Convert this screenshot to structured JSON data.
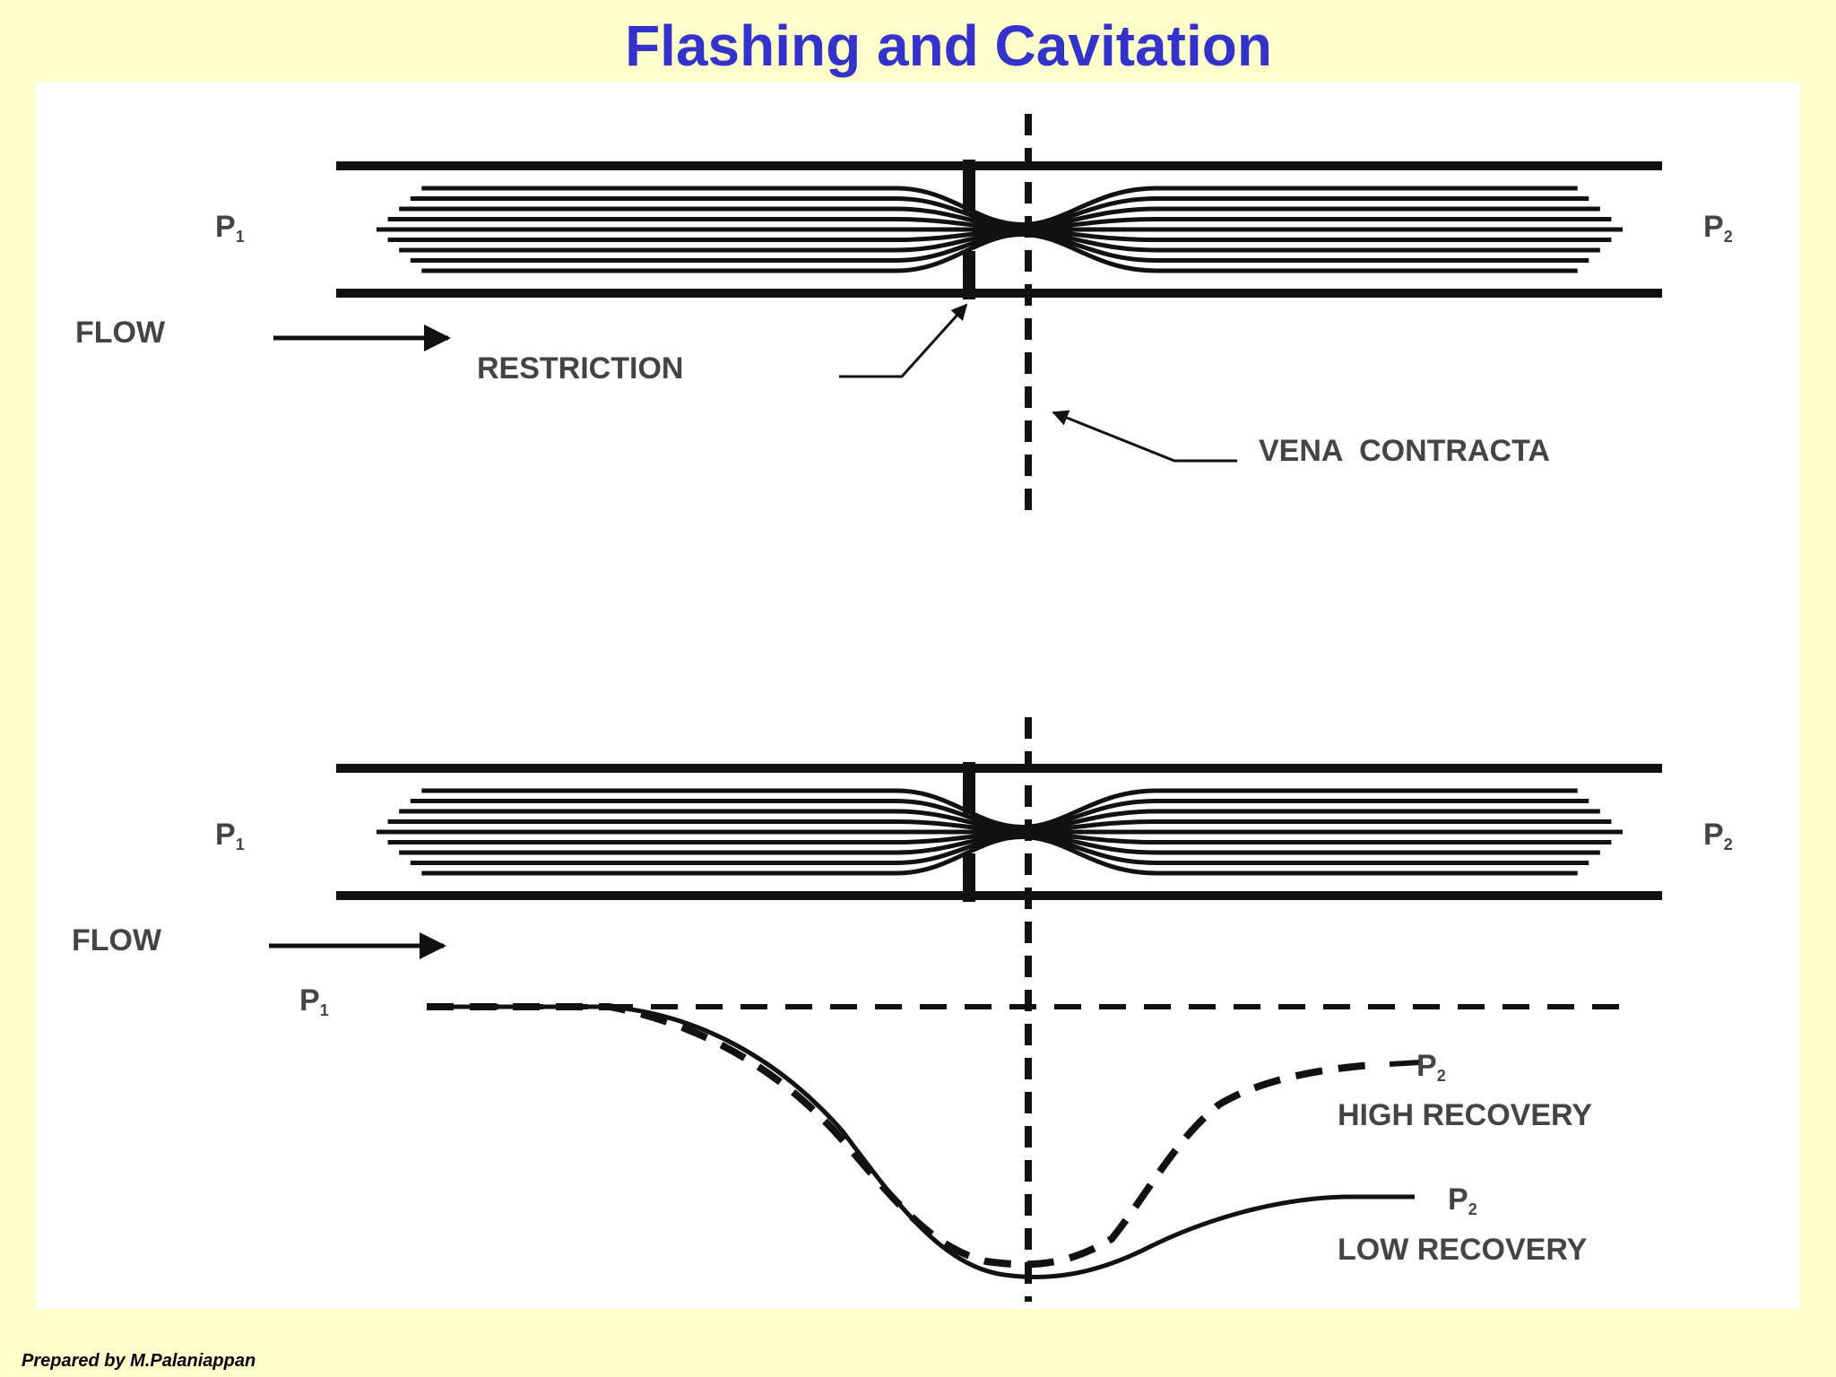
{
  "title": "Flashing and Cavitation",
  "footer": "Prepared by M.Palaniappan",
  "top_diagram": {
    "p1_label": "P",
    "p1_sub": "1",
    "p2_label": "P",
    "p2_sub": "2",
    "flow_label": "FLOW",
    "restriction_label": "RESTRICTION",
    "vena_contracta_label": "VENA  CONTRACTA"
  },
  "bottom_diagram": {
    "p1_label": "P",
    "p1_sub": "1",
    "p2_label": "P",
    "p2_sub": "2",
    "flow_label": "FLOW",
    "curve_p1_label": "P",
    "curve_p1_sub": "1",
    "high_p2_label": "P",
    "high_p2_sub": "2",
    "high_recovery_label": "HIGH RECOVERY",
    "low_p2_label": "P",
    "low_p2_sub": "2",
    "low_recovery_label": "LOW RECOVERY"
  }
}
